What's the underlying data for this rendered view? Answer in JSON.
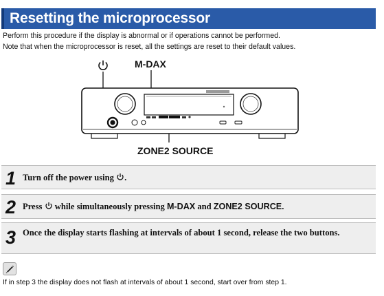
{
  "header": {
    "title": "Resetting the microprocessor"
  },
  "intro": [
    "Perform this procedure if the display is abnormal or if operations cannot be performed.",
    "Note that when the microprocessor is reset, all the settings are reset to their default values."
  ],
  "diagram": {
    "button_labels": {
      "mdax": "M-DAX",
      "zone2_source": "ZONE2 SOURCE"
    },
    "icons": {
      "power": "power-icon",
      "note": "pencil-icon"
    },
    "colors": {
      "title_bar": "#2a5ba8",
      "step_background": "#eeeeee"
    }
  },
  "steps": [
    {
      "number": "1",
      "text_before": "Turn off the power using ",
      "text_after": "."
    },
    {
      "number": "2",
      "text_prefix": "Press ",
      "text_mid": " while simultaneously pressing ",
      "key1": "M-DAX",
      "text_and": " and ",
      "key2": "ZONE2 SOURCE",
      "text_end": "."
    },
    {
      "number": "3",
      "text": "Once the display starts flashing at intervals of about 1 second, release the two buttons."
    }
  ],
  "note": {
    "text": "If in step 3 the display does not flash at intervals of about 1 second, start over from step 1."
  }
}
